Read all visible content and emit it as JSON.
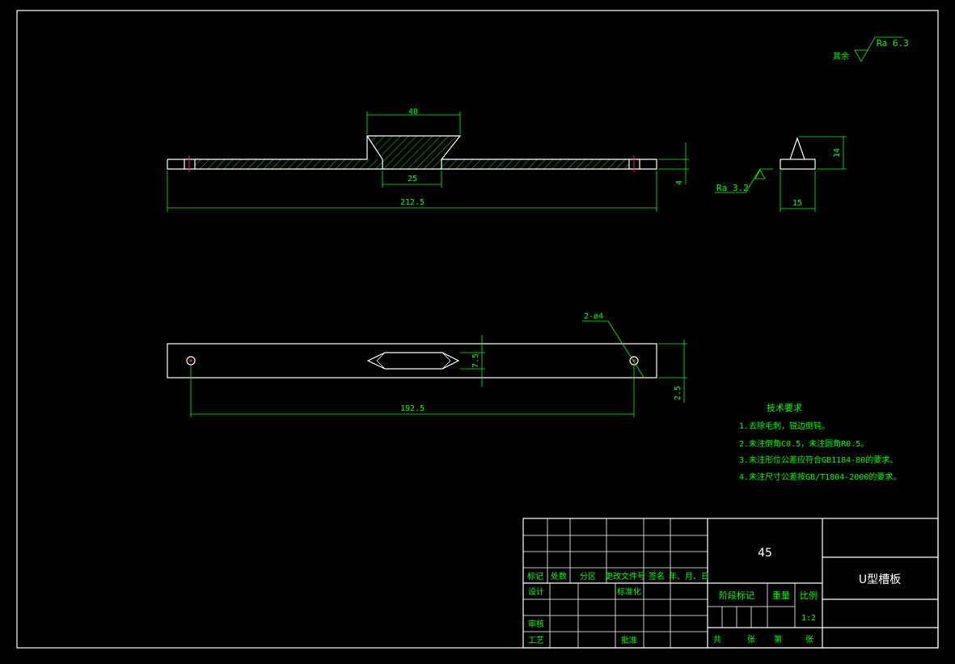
{
  "colors": {
    "background": "#000000",
    "outline": "#ffffff",
    "dimension": "#00ff00",
    "center_mark": "#ff2020"
  },
  "roughness": {
    "general_label": "其余",
    "general_value": "Ra 6.3",
    "side_value": "Ra 3.2"
  },
  "dims": {
    "top_width": "40",
    "neck_width": "25",
    "overall_length": "212.5",
    "height_right": "4",
    "side_height": "14",
    "side_width": "15",
    "hole_spacing": "192.5",
    "hole_callout": "2-ø4",
    "slot_width": "7.5",
    "edge_offset": "2.5"
  },
  "notes": {
    "title": "技术要求",
    "items": [
      "1.去除毛刺，锐边倒钝。",
      "2.未注倒角C0.5，未注圆角R0.5。",
      "3.未注形位公差应符合GB1184-80的要求。",
      "4.未注尺寸公差按GB/T1804-2000的要求。"
    ]
  },
  "title_block": {
    "material": "45",
    "part_name": "U型槽板",
    "hdr_mark": "标记",
    "hdr_count": "处数",
    "hdr_zone": "分区",
    "hdr_doc": "更改文件号",
    "hdr_sign": "签名",
    "hdr_date": "年、月、日",
    "design": "设计",
    "standardize": "标准化",
    "review": "审核",
    "process": "工艺",
    "approve": "批准",
    "stage_mark": "阶段标记",
    "weight": "重量",
    "scale_label": "比例",
    "scale_value": "1:2",
    "total": "共",
    "sheets": "张",
    "page": "第",
    "page_sheets": "张"
  }
}
